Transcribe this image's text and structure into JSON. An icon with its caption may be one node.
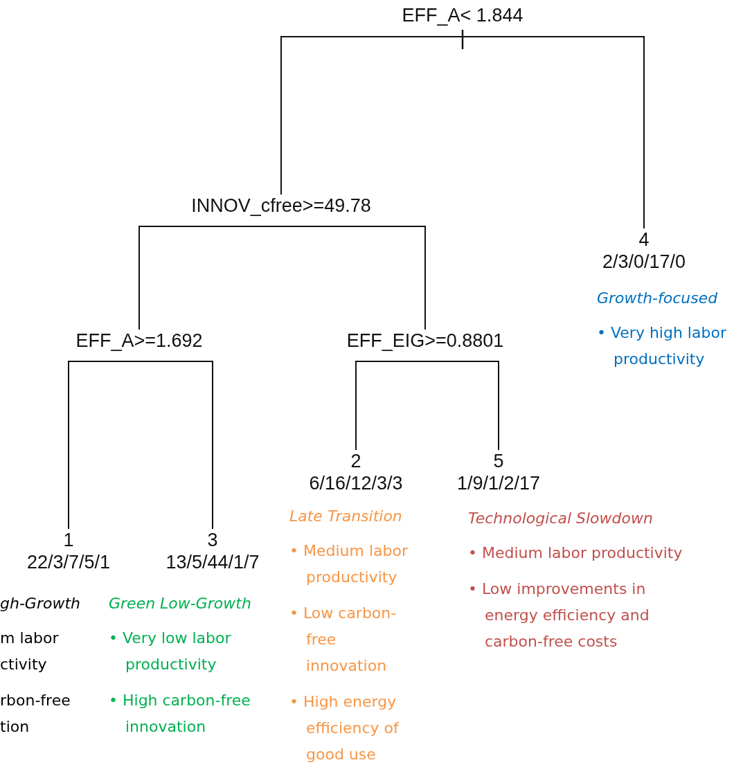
{
  "diagram": {
    "nodes": [
      {
        "text": [
          "EFF_A< 1.844"
        ]
      },
      {
        "text": [
          "INNOV_cfree>=49.78"
        ]
      },
      {
        "text": [
          "4",
          "2/3/0/17/0"
        ],
        "beside": [
          "Growth-focused",
          "• Very high labor productivity"
        ]
      },
      {
        "text": [
          "EFF_A>=1.692"
        ]
      },
      {
        "text": [
          "EFF_EIG>=0.8801"
        ]
      },
      {
        "text": [
          "1",
          "22/3/7/5/1"
        ],
        "beside": [
          "gh-Growth",
          "m labor ctivity",
          "rbon-free tion"
        ]
      },
      {
        "text": [
          "3",
          "13/5/44/1/7"
        ],
        "beside": [
          "Green Low-Growth",
          "• Very low labor productivity",
          "• High carbon-free innovation"
        ]
      },
      {
        "text": [
          "2",
          "6/16/12/3/3"
        ],
        "beside": [
          "Late Transition",
          "• Medium labor productivity",
          "• Low carbon-free innovation",
          "• High energy efficiency of good use"
        ]
      },
      {
        "text": [
          "5",
          "1/9/1/2/17"
        ],
        "beside": [
          "Technological Slowdown",
          "• Medium labor productivity",
          "• Low improvements in energy efficiency and carbon-free costs"
        ]
      }
    ],
    "edges": [
      {
        "from": 0,
        "to": 1,
        "arrow": "none"
      },
      {
        "from": 0,
        "to": 2,
        "arrow": "none"
      },
      {
        "from": 1,
        "to": 3,
        "arrow": "none"
      },
      {
        "from": 1,
        "to": 4,
        "arrow": "none"
      },
      {
        "from": 3,
        "to": 5,
        "arrow": "none"
      },
      {
        "from": 3,
        "to": 6,
        "arrow": "none"
      },
      {
        "from": 4,
        "to": 7,
        "arrow": "none"
      },
      {
        "from": 4,
        "to": 8,
        "arrow": "none"
      }
    ]
  }
}
